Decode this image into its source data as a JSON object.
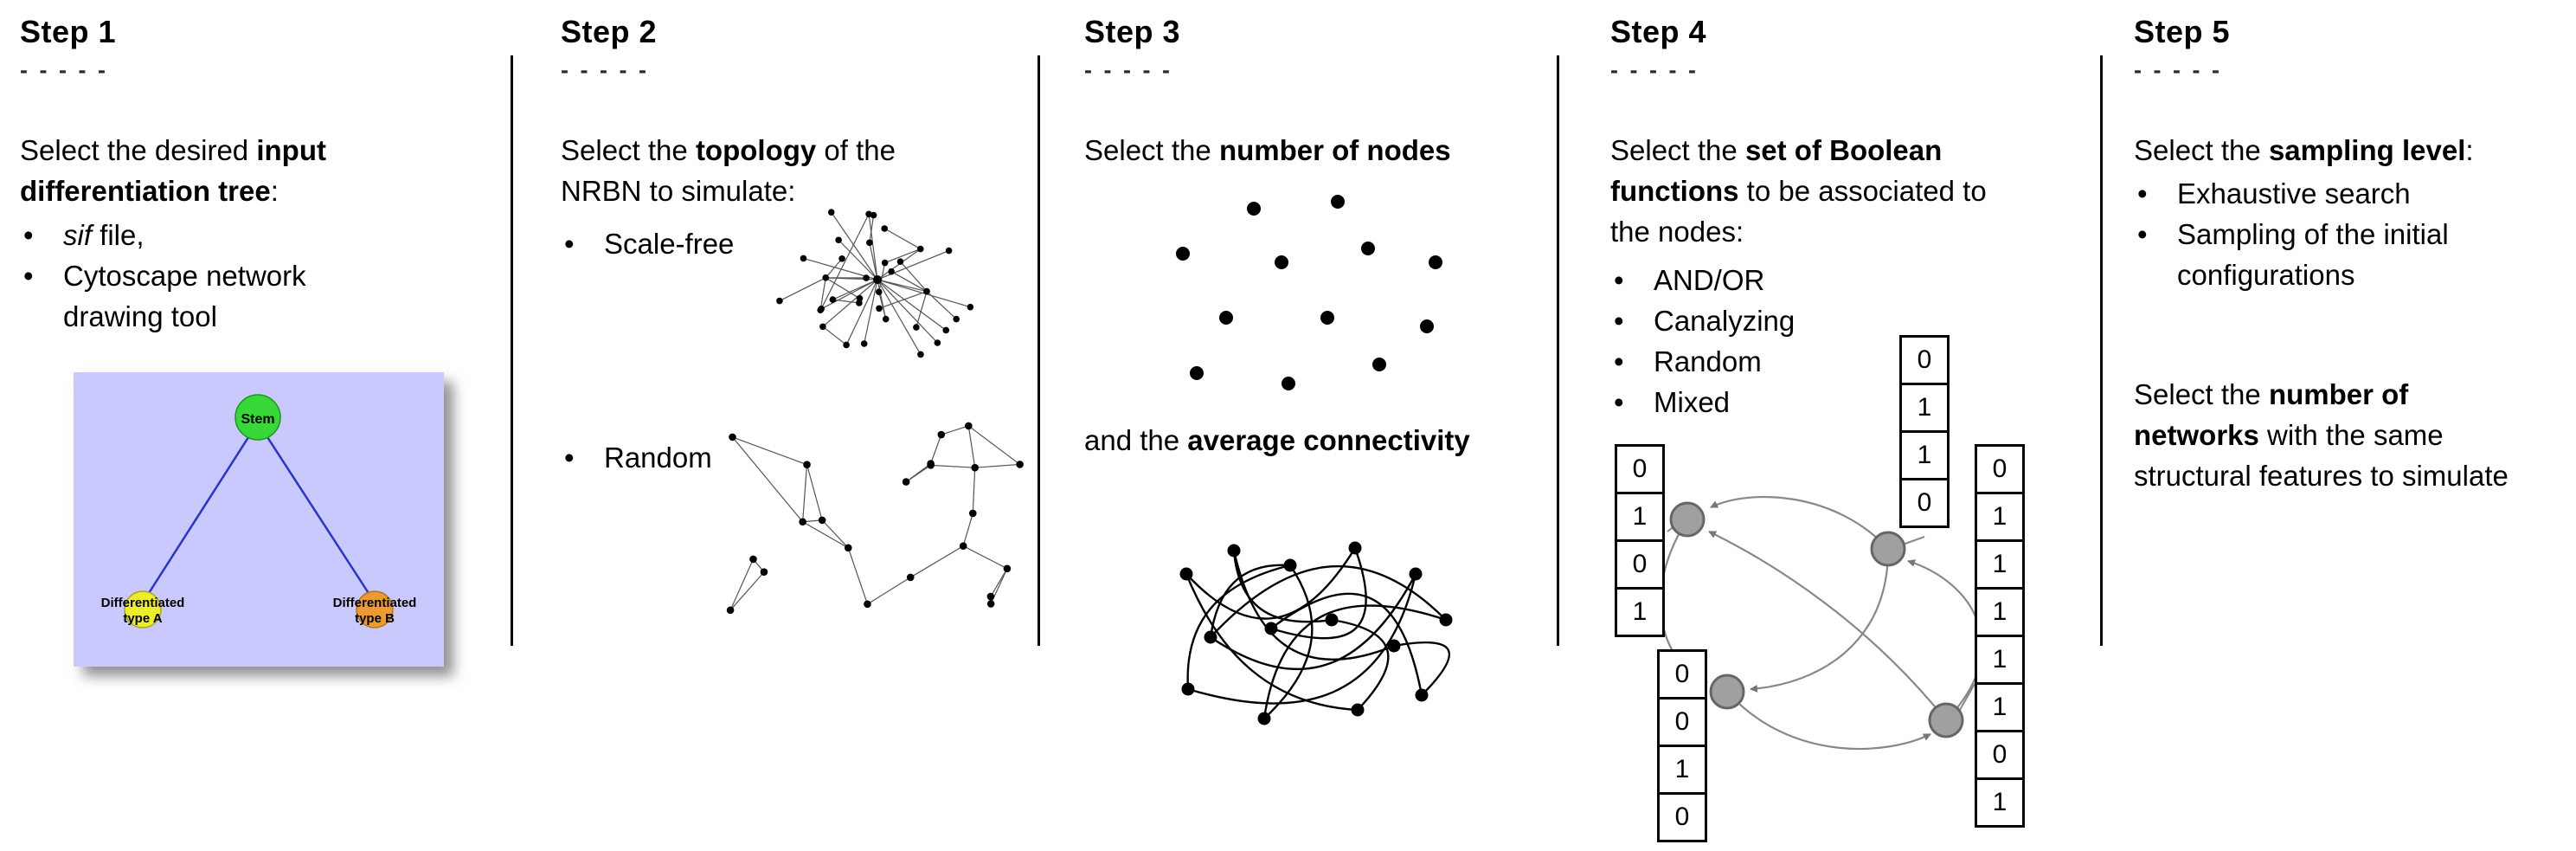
{
  "ui": {
    "bullet": "•"
  },
  "steps": [
    {
      "title": "Step 1",
      "dashes": "- - - - -",
      "intro": [
        {
          "text": "Select the desired "
        },
        {
          "text": "input",
          "bold": true,
          "br": true
        },
        {
          "text": "differentiation tree",
          "bold": true
        },
        {
          "text": ":"
        }
      ],
      "bullets": [
        [
          {
            "text": "sif",
            "italic": true
          },
          {
            "text": " file,"
          }
        ],
        [
          {
            "text": "Cytoscape network",
            "br": true
          },
          {
            "text": "drawing tool"
          }
        ]
      ],
      "tree": {
        "stem_label": "Stem",
        "type_a_line1": "Differentiated",
        "type_a_line2": "type A",
        "type_b_line1": "Differentiated",
        "type_b_line2": "type B",
        "colors": {
          "background": "#c9c9fe",
          "stem": "#38d838",
          "type_a": "#eded2b",
          "type_b": "#ec9a31",
          "edge": "#2a35c8"
        }
      }
    },
    {
      "title": "Step 2",
      "dashes": "- - - - -",
      "intro": [
        {
          "text": "Select the "
        },
        {
          "text": "topology",
          "bold": true
        },
        {
          "text": " of the",
          "br": true
        },
        {
          "text": "NRBN to simulate:"
        }
      ],
      "bullets": [
        [
          {
            "text": "Scale-free"
          }
        ],
        [
          {
            "text": "Random"
          }
        ]
      ]
    },
    {
      "title": "Step 3",
      "dashes": "- - - - -",
      "intro": [
        {
          "text": "Select the "
        },
        {
          "text": "number of nodes",
          "bold": true
        }
      ],
      "second": [
        {
          "text": "and the "
        },
        {
          "text": "average connectivity",
          "bold": true
        }
      ]
    },
    {
      "title": "Step 4",
      "dashes": "- - - - -",
      "intro": [
        {
          "text": "Select the "
        },
        {
          "text": "set of Boolean",
          "bold": true,
          "br": true
        },
        {
          "text": "functions",
          "bold": true
        },
        {
          "text": " to be associated to",
          "br": true
        },
        {
          "text": "the nodes:"
        }
      ],
      "bullets": [
        [
          {
            "text": "AND/OR"
          }
        ],
        [
          {
            "text": "Canalyzing"
          }
        ],
        [
          {
            "text": "Random"
          }
        ],
        [
          {
            "text": "Mixed"
          }
        ]
      ],
      "truth_tables": {
        "left": [
          "0",
          "1",
          "0",
          "1"
        ],
        "top": [
          "0",
          "1",
          "1",
          "0"
        ],
        "right": [
          "0",
          "1",
          "1",
          "1",
          "1",
          "1",
          "0",
          "1"
        ],
        "bottom": [
          "0",
          "0",
          "1",
          "0"
        ]
      }
    },
    {
      "title": "Step 5",
      "dashes": "- - - - -",
      "intro": [
        {
          "text": "Select the "
        },
        {
          "text": "sampling level",
          "bold": true
        },
        {
          "text": ":"
        }
      ],
      "bullets": [
        [
          {
            "text": "Exhaustive search"
          }
        ],
        [
          {
            "text": "Sampling of the initial",
            "br": true
          },
          {
            "text": "configurations"
          }
        ]
      ],
      "second": [
        {
          "text": "Select the "
        },
        {
          "text": "number of",
          "bold": true,
          "br": true
        },
        {
          "text": "networks",
          "bold": true
        },
        {
          "text": " with the same",
          "br": true
        },
        {
          "text": "structural features to simulate"
        }
      ]
    }
  ]
}
